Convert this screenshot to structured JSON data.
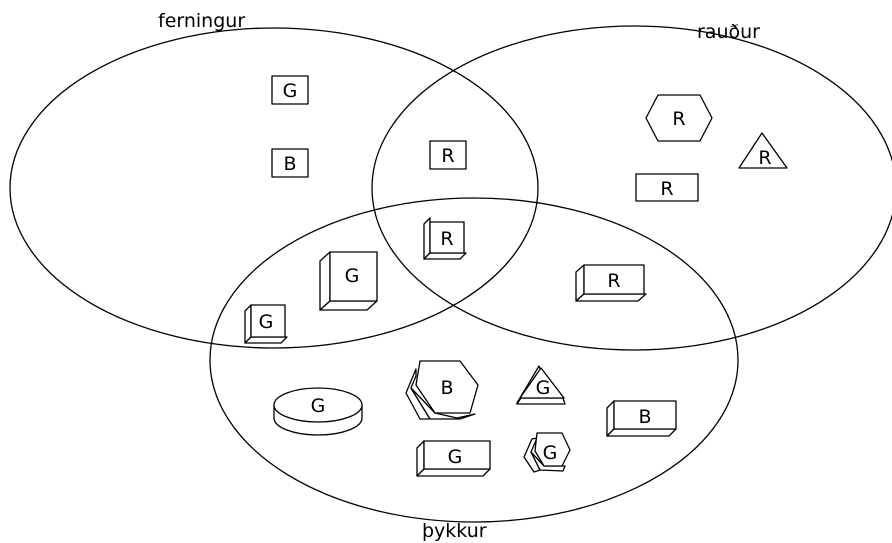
{
  "sets": {
    "ferningur": "ferningur",
    "raudur": "rauður",
    "thykkur": "þykkur"
  },
  "shapes": [
    {
      "letter": "G",
      "kind": "square",
      "thick": false
    },
    {
      "letter": "B",
      "kind": "square",
      "thick": false
    },
    {
      "letter": "R",
      "kind": "square",
      "thick": false
    },
    {
      "letter": "R",
      "kind": "hexagon",
      "thick": false
    },
    {
      "letter": "R",
      "kind": "triangle",
      "thick": false
    },
    {
      "letter": "R",
      "kind": "rectangle",
      "thick": false
    },
    {
      "letter": "R",
      "kind": "square",
      "thick": true
    },
    {
      "letter": "G",
      "kind": "square",
      "thick": true
    },
    {
      "letter": "G",
      "kind": "square",
      "thick": true
    },
    {
      "letter": "R",
      "kind": "rectangle",
      "thick": true
    },
    {
      "letter": "G",
      "kind": "circle",
      "thick": true
    },
    {
      "letter": "B",
      "kind": "hexagon",
      "thick": true
    },
    {
      "letter": "G",
      "kind": "triangle",
      "thick": true
    },
    {
      "letter": "B",
      "kind": "rectangle",
      "thick": true
    },
    {
      "letter": "G",
      "kind": "rectangle",
      "thick": true
    },
    {
      "letter": "G",
      "kind": "hexagon",
      "thick": true
    }
  ]
}
